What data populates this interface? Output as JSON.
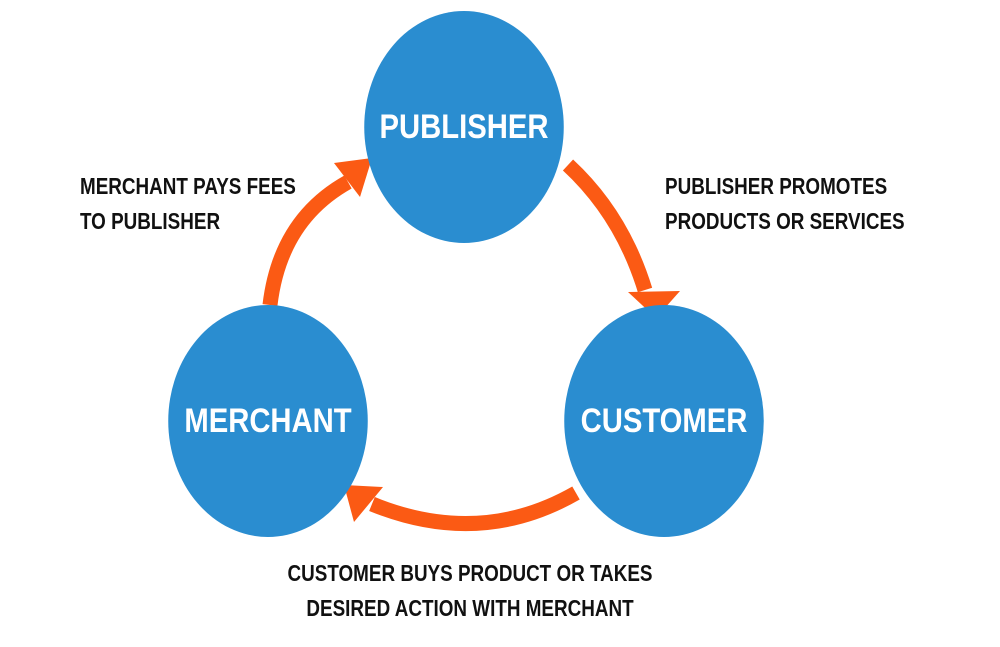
{
  "colors": {
    "node_fill": "#2a8dd0",
    "node_text": "#ffffff",
    "arrow": "#fb5a14",
    "label_text": "#111111",
    "background": "#ffffff"
  },
  "nodes": {
    "publisher": "PUBLISHER",
    "merchant": "MERCHANT",
    "customer": "CUSTOMER"
  },
  "labels": {
    "merchant_pays": {
      "line1": "MERCHANT PAYS FEES",
      "line2": "TO PUBLISHER"
    },
    "publisher_promotes": {
      "line1": "PUBLISHER PROMOTES",
      "line2": "PRODUCTS OR SERVICES"
    },
    "customer_buys": {
      "line1": "CUSTOMER BUYS PRODUCT OR TAKES",
      "line2": "DESIRED ACTION WITH MERCHANT"
    }
  },
  "edges": [
    {
      "from": "publisher",
      "to": "customer",
      "label": "publisher_promotes"
    },
    {
      "from": "customer",
      "to": "merchant",
      "label": "customer_buys"
    },
    {
      "from": "merchant",
      "to": "publisher",
      "label": "merchant_pays"
    }
  ]
}
